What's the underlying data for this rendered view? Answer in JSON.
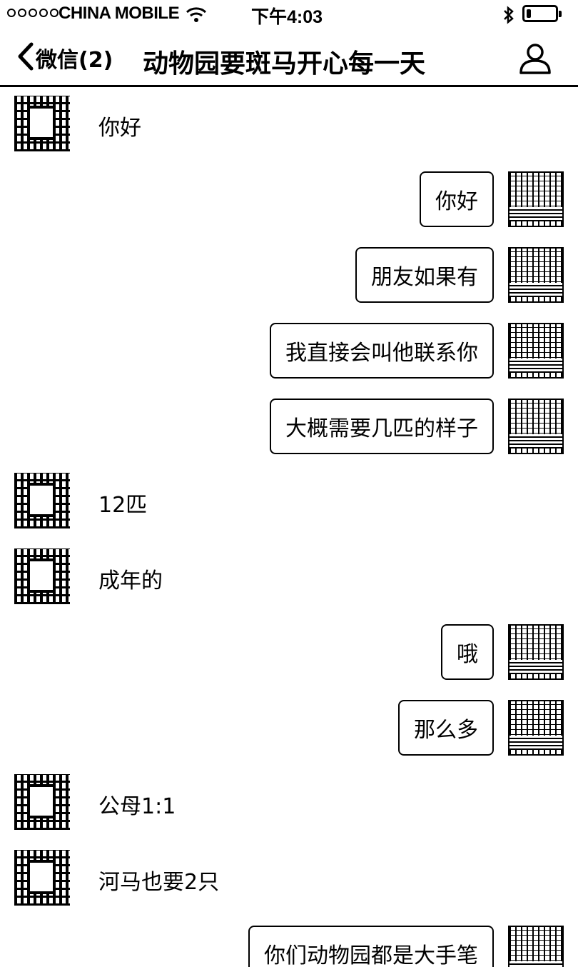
{
  "status_bar": {
    "carrier": "CHINA MOBILE",
    "time": "下午4:03",
    "battery_level": 0.15
  },
  "nav": {
    "back_label": "微信(2)",
    "title": "动物园要斑马开心每一天"
  },
  "messages": [
    {
      "side": "left",
      "text": "你好"
    },
    {
      "side": "right",
      "text": "你好"
    },
    {
      "side": "right",
      "text": "朋友如果有"
    },
    {
      "side": "right",
      "text": "我直接会叫他联系你"
    },
    {
      "side": "right",
      "text": "大概需要几匹的样子"
    },
    {
      "side": "left",
      "text": "12匹"
    },
    {
      "side": "left",
      "text": "成年的"
    },
    {
      "side": "right",
      "text": "哦"
    },
    {
      "side": "right",
      "text": "那么多"
    },
    {
      "side": "left",
      "text": "公母1:1"
    },
    {
      "side": "left",
      "text": "河马也要2只"
    },
    {
      "side": "right",
      "text": "你们动物园都是大手笔"
    }
  ],
  "icons": {
    "back": "chevron-left-icon",
    "profile": "person-icon",
    "wifi": "wifi-icon",
    "bluetooth": "bluetooth-icon"
  },
  "colors": {
    "foreground": "#000000",
    "background": "#ffffff"
  }
}
